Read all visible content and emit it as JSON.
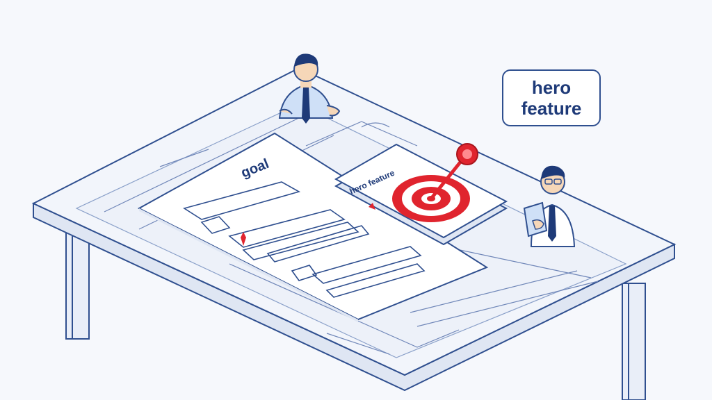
{
  "callout": {
    "line1": "hero",
    "line2": "feature"
  },
  "document": {
    "title": "goal"
  },
  "card": {
    "label": "hero feature"
  },
  "icons": [
    "target-icon",
    "map-pin-icon",
    "person-left",
    "person-right-with-tablet"
  ],
  "colors": {
    "ink": "#2f4f8f",
    "accent_red": "#e0242e",
    "background": "#f6f8fc",
    "paper": "#ffffff"
  }
}
